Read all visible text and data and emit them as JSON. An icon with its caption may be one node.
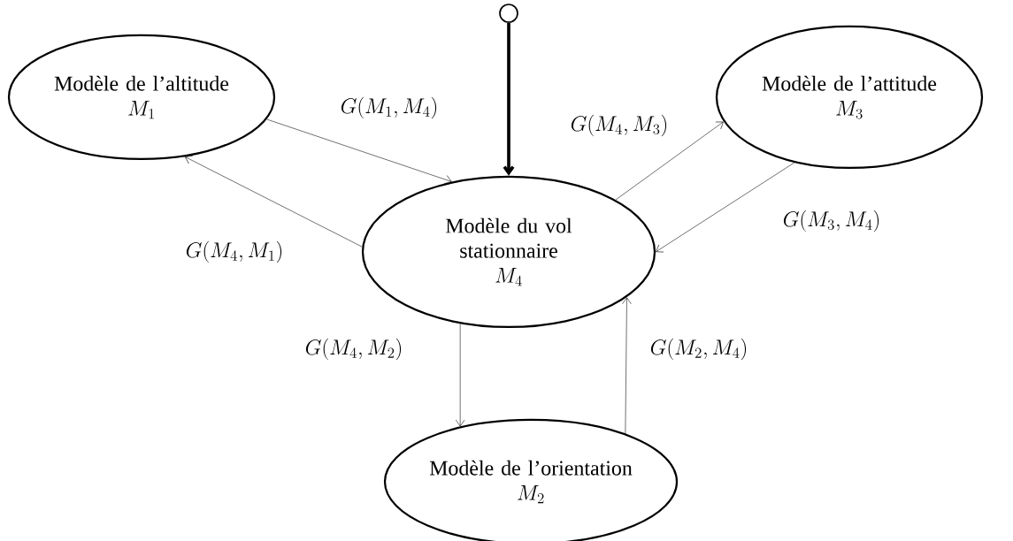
{
  "diagram": {
    "nodes": [
      {
        "text": [
          "Modèle de l’altitude",
          "M_1"
        ]
      },
      {
        "text": [
          "Modèle de l’attitude",
          "M_3"
        ]
      },
      {
        "text": [
          "Modèle du vol stationnaire",
          "M_4"
        ]
      },
      {
        "text": [
          "Modèle de l’orientation",
          "M_2"
        ]
      },
      {
        "text": [],
        "shape": "circle"
      }
    ],
    "edges": [
      {
        "from": 0,
        "to": 2,
        "arrow": "to",
        "label": "G(M_1, M_4)"
      },
      {
        "from": 2,
        "to": 0,
        "arrow": "to",
        "label": "G(M_4, M_1)"
      },
      {
        "from": 2,
        "to": 1,
        "arrow": "to",
        "label": "G(M_4, M_3)"
      },
      {
        "from": 1,
        "to": 2,
        "arrow": "to",
        "label": "G(M_3, M_4)"
      },
      {
        "from": 2,
        "to": 3,
        "arrow": "to",
        "label": "G(M_4, M_2)"
      },
      {
        "from": 3,
        "to": 2,
        "arrow": "to",
        "label": "G(M_2, M_4)"
      },
      {
        "from": 4,
        "to": 2,
        "arrow": "to",
        "style": "thick"
      }
    ]
  }
}
